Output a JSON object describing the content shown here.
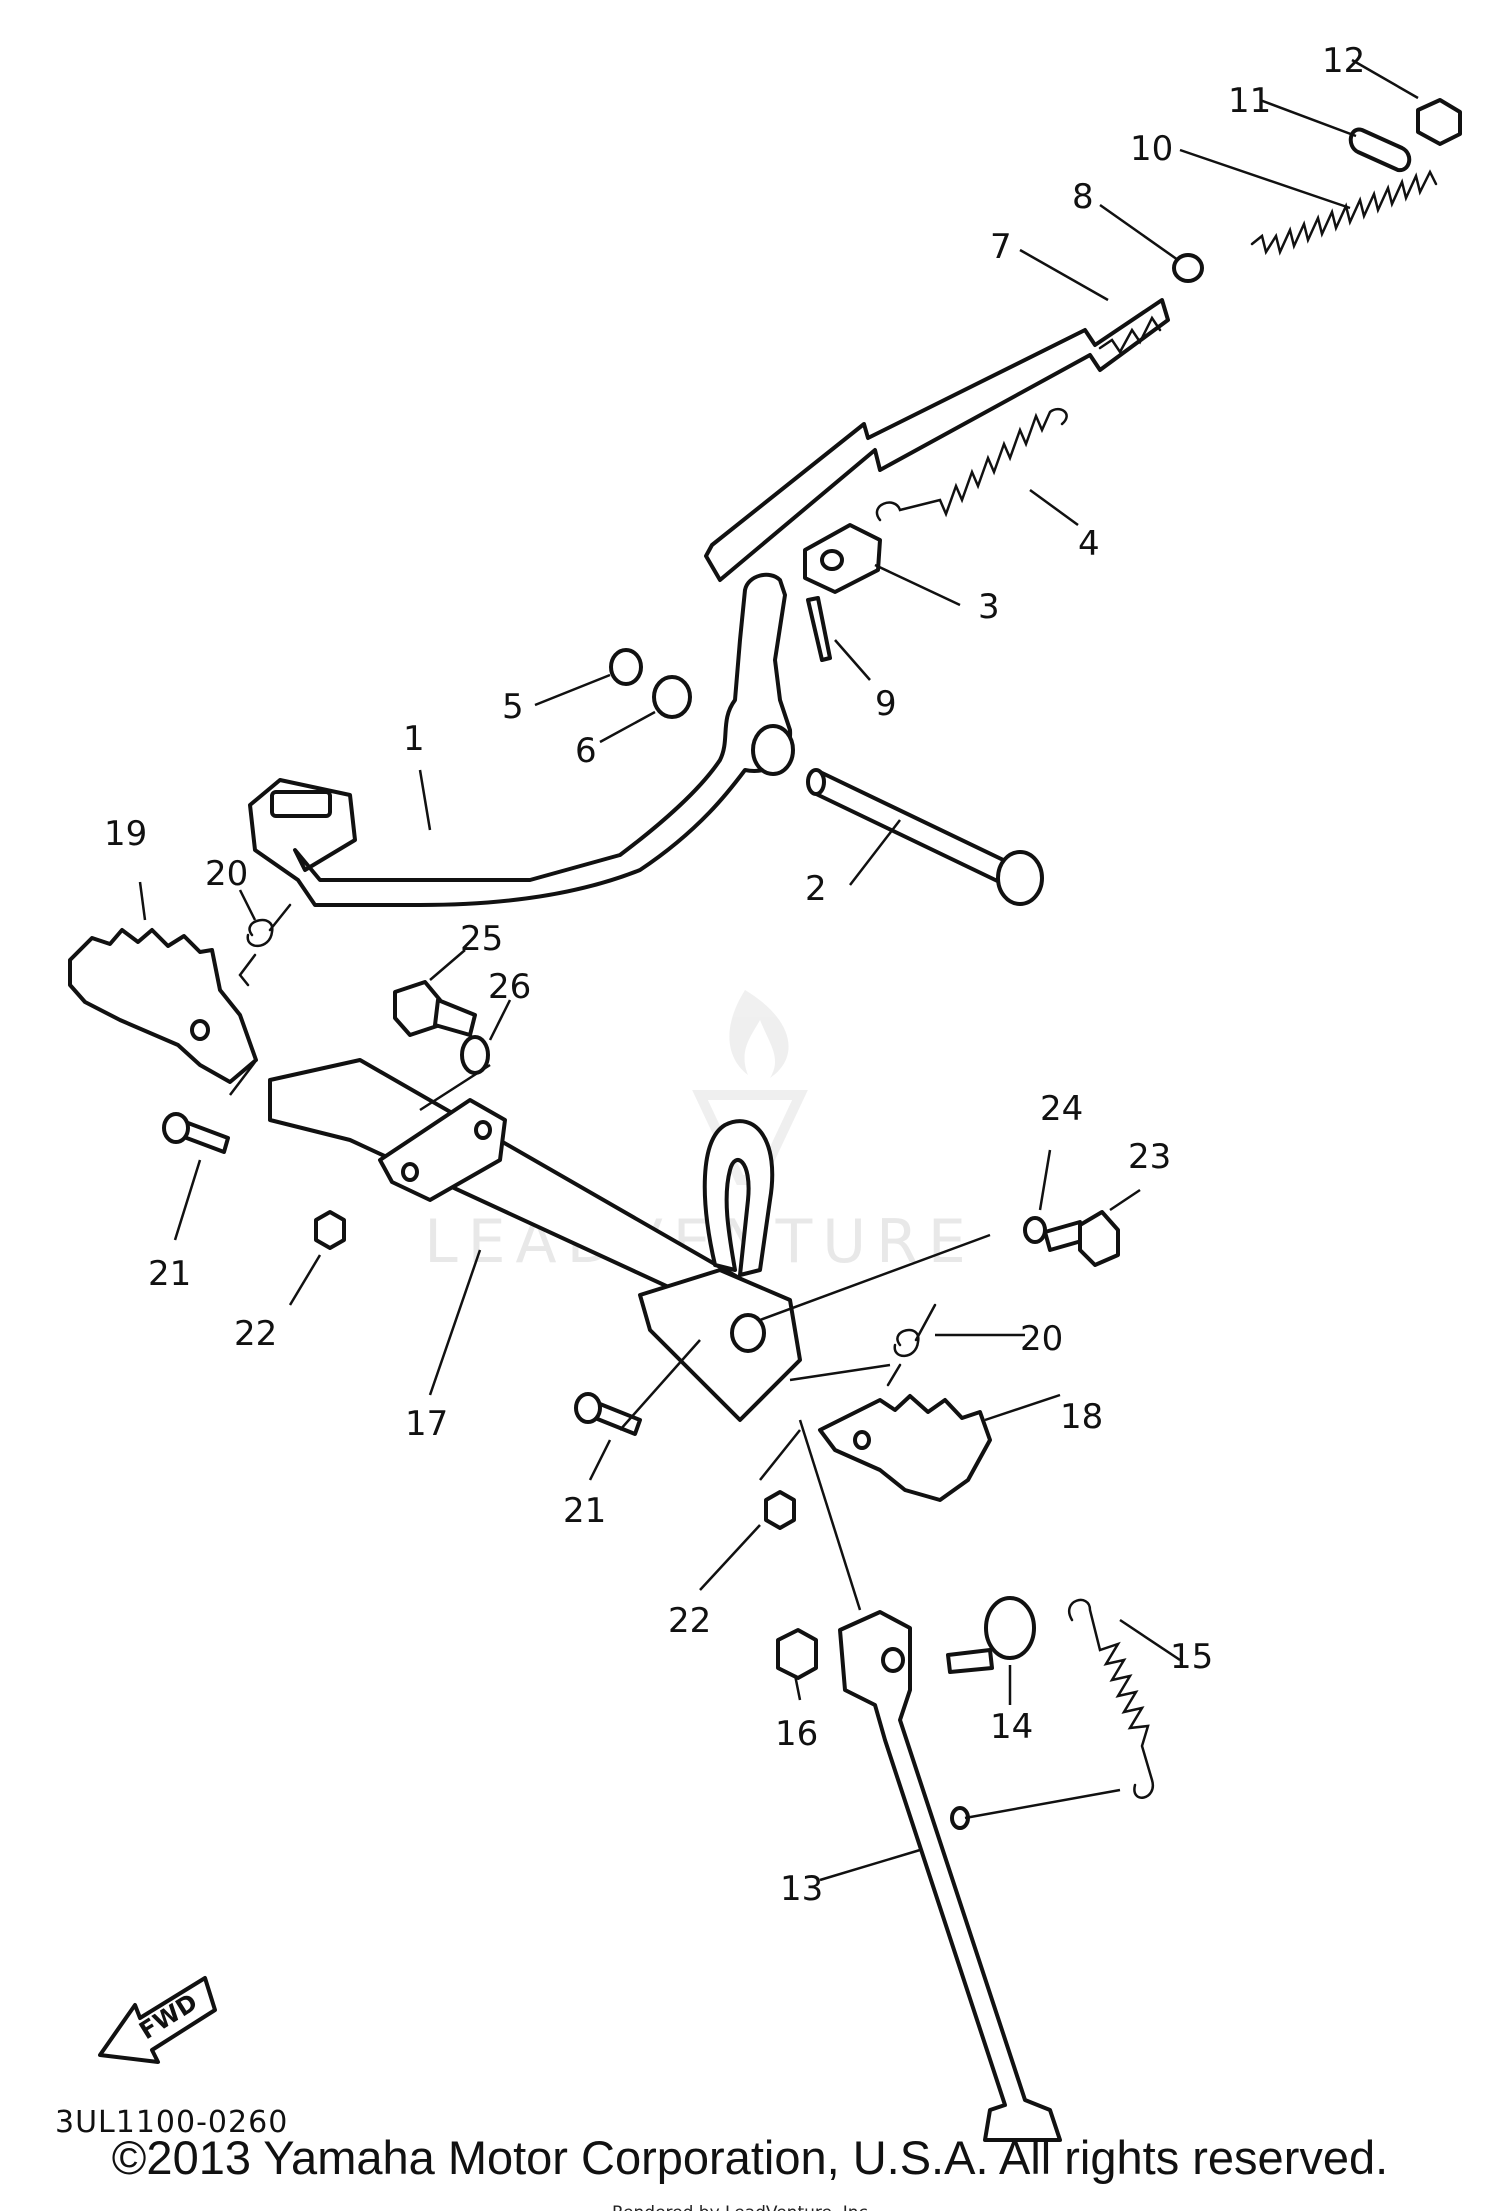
{
  "diagram": {
    "drawing_code": "3UL1100-0260",
    "fwd_label": "FWD",
    "watermark": "LEADVENTURE",
    "render_credit": "Rendered by LeadVenture, Inc.",
    "copyright": "©2013 Yamaha Motor Corporation, U.S.A. All rights reserved.",
    "callouts": [
      {
        "id": "c1",
        "label": "1"
      },
      {
        "id": "c2",
        "label": "2"
      },
      {
        "id": "c3",
        "label": "3"
      },
      {
        "id": "c4",
        "label": "4"
      },
      {
        "id": "c5",
        "label": "5"
      },
      {
        "id": "c6",
        "label": "6"
      },
      {
        "id": "c7",
        "label": "7"
      },
      {
        "id": "c8",
        "label": "8"
      },
      {
        "id": "c9",
        "label": "9"
      },
      {
        "id": "c10",
        "label": "10"
      },
      {
        "id": "c11",
        "label": "11"
      },
      {
        "id": "c12",
        "label": "12"
      },
      {
        "id": "c13",
        "label": "13"
      },
      {
        "id": "c14",
        "label": "14"
      },
      {
        "id": "c15",
        "label": "15"
      },
      {
        "id": "c16",
        "label": "16"
      },
      {
        "id": "c17",
        "label": "17"
      },
      {
        "id": "c18",
        "label": "18"
      },
      {
        "id": "c19",
        "label": "19"
      },
      {
        "id": "c20a",
        "label": "20"
      },
      {
        "id": "c20b",
        "label": "20"
      },
      {
        "id": "c21a",
        "label": "21"
      },
      {
        "id": "c21b",
        "label": "21"
      },
      {
        "id": "c22a",
        "label": "22"
      },
      {
        "id": "c22b",
        "label": "22"
      },
      {
        "id": "c23",
        "label": "23"
      },
      {
        "id": "c24",
        "label": "24"
      },
      {
        "id": "c25",
        "label": "25"
      },
      {
        "id": "c26",
        "label": "26"
      }
    ]
  }
}
